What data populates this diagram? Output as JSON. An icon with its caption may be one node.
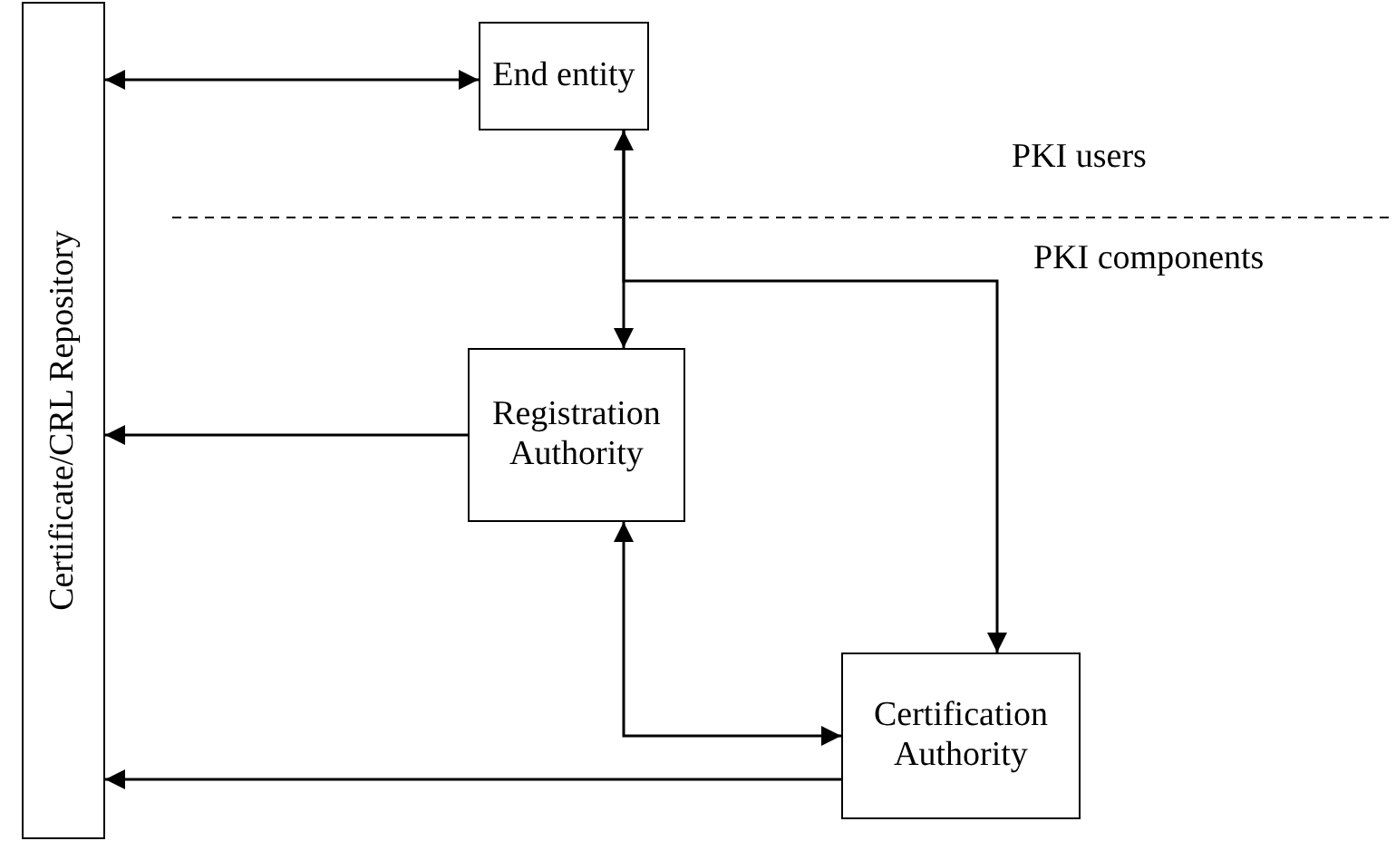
{
  "diagram": {
    "nodes": [
      {
        "text": [
          "Certificate/CRL Repository"
        ]
      },
      {
        "text": [
          "End entity"
        ]
      },
      {
        "text": [
          "Registration Authority"
        ]
      },
      {
        "text": [
          "Certification Authority"
        ]
      }
    ],
    "edges": [
      {
        "from": 0,
        "to": 1,
        "arrow": "both"
      },
      {
        "from": 1,
        "to": 2,
        "arrow": "both"
      },
      {
        "from": 1,
        "to": 3,
        "arrow": "to"
      },
      {
        "from": 2,
        "to": 0,
        "arrow": "to"
      },
      {
        "from": 2,
        "to": 3,
        "arrow": "both"
      },
      {
        "from": 3,
        "to": 0,
        "arrow": "to"
      }
    ],
    "labels": [
      "PKI users",
      "PKI components"
    ]
  }
}
